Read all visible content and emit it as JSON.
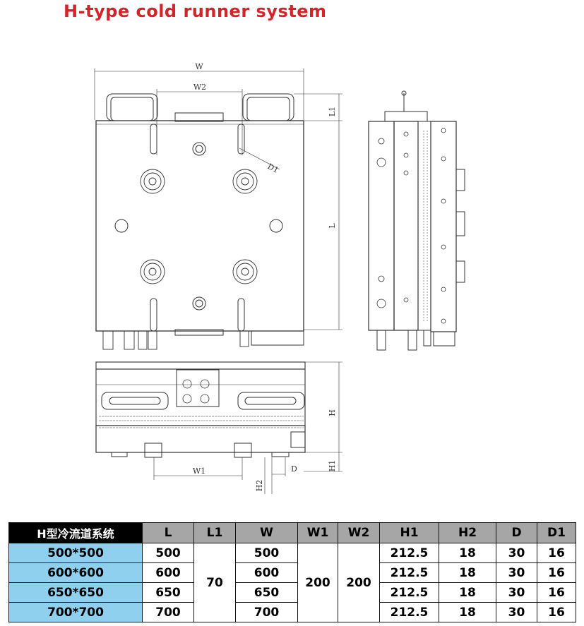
{
  "title": "H-type cold runner system",
  "dimension_labels": {
    "W": "W",
    "W2": "W2",
    "L1": "L1",
    "L": "L",
    "D1": "D1",
    "H": "H",
    "H1": "H1",
    "W1": "W1",
    "H2": "H2",
    "D": "D"
  },
  "table": {
    "header": [
      "H型冷流道系统",
      "L",
      "L1",
      "W",
      "W1",
      "W2",
      "H1",
      "H2",
      "D",
      "D1"
    ],
    "rows": [
      {
        "model": "500*500",
        "L": "500",
        "W": "500",
        "H1": "212.5",
        "H2": "18",
        "D": "30",
        "D1": "16"
      },
      {
        "model": "600*600",
        "L": "600",
        "W": "600",
        "H1": "212.5",
        "H2": "18",
        "D": "30",
        "D1": "16"
      },
      {
        "model": "650*650",
        "L": "650",
        "W": "650",
        "H1": "212.5",
        "H2": "18",
        "D": "30",
        "D1": "16"
      },
      {
        "model": "700*700",
        "L": "700",
        "W": "700",
        "H1": "212.5",
        "H2": "18",
        "D": "30",
        "D1": "16"
      }
    ],
    "merged": {
      "L1": "70",
      "W1": "200",
      "W2": "200"
    }
  },
  "colors": {
    "title": "#d2252b",
    "header_bg": "#a6a6a6",
    "model_bg": "#8fd0ee",
    "corner_bg": "#000000"
  }
}
